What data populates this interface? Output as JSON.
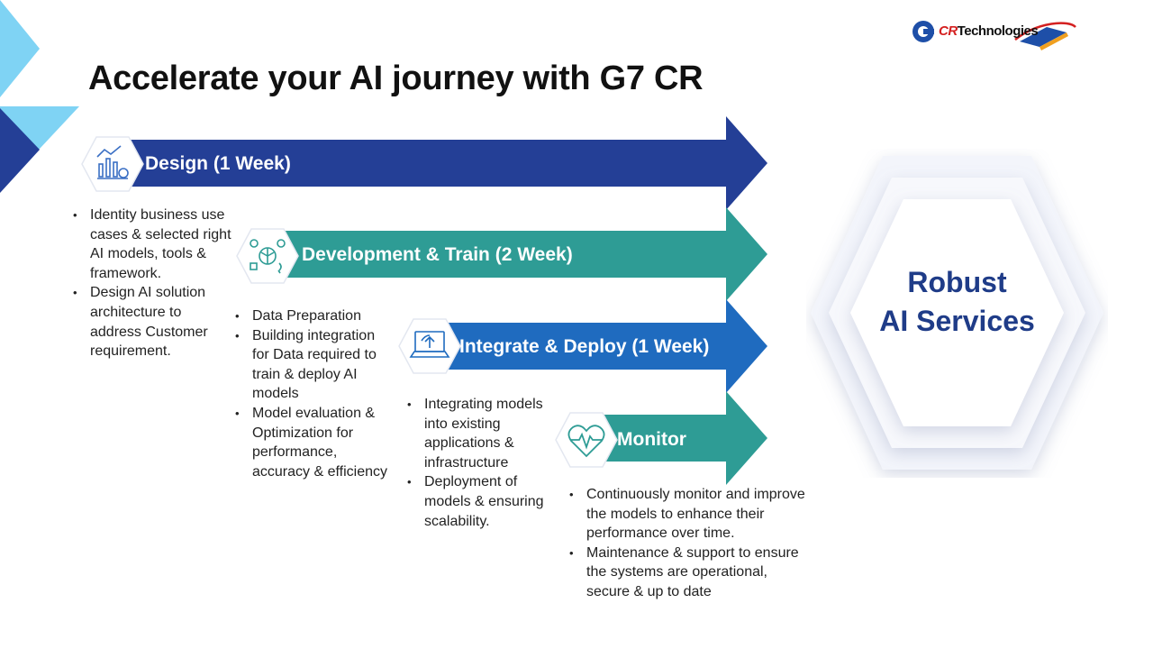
{
  "title": "Accelerate your AI journey with G7 CR",
  "logo": {
    "mark": "G",
    "prefix": "CR",
    "suffix": "Technologies",
    "icon": "laptop-swoosh-icon"
  },
  "colors": {
    "dark_blue": "#243f96",
    "teal": "#2e9c95",
    "mid_blue": "#1f6bbf",
    "light_cyan": "#7fd3f4",
    "text_navy": "#1f3c88"
  },
  "phases": [
    {
      "label": "Design (1 Week)",
      "icon": "analytics-chart-icon",
      "bullets": [
        "Identity business use cases & selected right AI models, tools & framework.",
        "Design AI solution architecture to address Customer requirement."
      ]
    },
    {
      "label": "Development & Train (2 Week)",
      "icon": "ai-brain-gear-icon",
      "bullets": [
        "Data Preparation",
        "Building integration for Data required to train & deploy AI models",
        "Model evaluation & Optimization for performance, accuracy & efficiency"
      ]
    },
    {
      "label": "Integrate & Deploy (1 Week)",
      "icon": "laptop-deploy-icon",
      "bullets": [
        "Integrating models into existing applications & infrastructure",
        "Deployment of models & ensuring scalability."
      ]
    },
    {
      "label": "Monitor",
      "icon": "heart-pulse-icon",
      "bullets": [
        "Continuously monitor and improve the models to enhance their performance over time.",
        "Maintenance & support to ensure the systems are operational, secure & up to date"
      ]
    }
  ],
  "robust": {
    "line1": "Robust",
    "line2": "AI Services"
  }
}
